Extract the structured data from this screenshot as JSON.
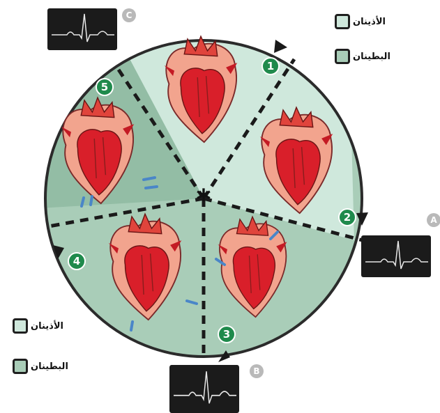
{
  "colors": {
    "atria_phase": "#cfe8dc",
    "ventricle_phase": "#a9cdb8",
    "ventricle_phase_dark": "#93bda5",
    "ring": "#2b2b2b",
    "step_badge": "#1f8a4c",
    "letter_badge": "#b9b9b9",
    "ecg_bg": "#1b1b1b",
    "heart_outer": "#f2a48e",
    "heart_red": "#d91f2a",
    "arrow_blue": "#4a86c8"
  },
  "legend_top": [
    {
      "label": "الأذينان",
      "color_key": "atria_phase"
    },
    {
      "label": "البطينان",
      "color_key": "ventricle_phase"
    }
  ],
  "legend_bottom": [
    {
      "label": "الأذينان",
      "color_key": "atria_phase"
    },
    {
      "label": "البطينان",
      "color_key": "ventricle_phase"
    }
  ],
  "step_numbers": [
    "1",
    "2",
    "3",
    "4",
    "5"
  ],
  "letter_labels": {
    "ecg_top": "C",
    "ecg_right": "A",
    "ecg_bottom": "B"
  },
  "center_symbol": "*",
  "icons": [
    "heart-diagram-icon",
    "ecg-trace-icon",
    "blood-flow-arrow-icon",
    "cycle-arrow-icon"
  ]
}
